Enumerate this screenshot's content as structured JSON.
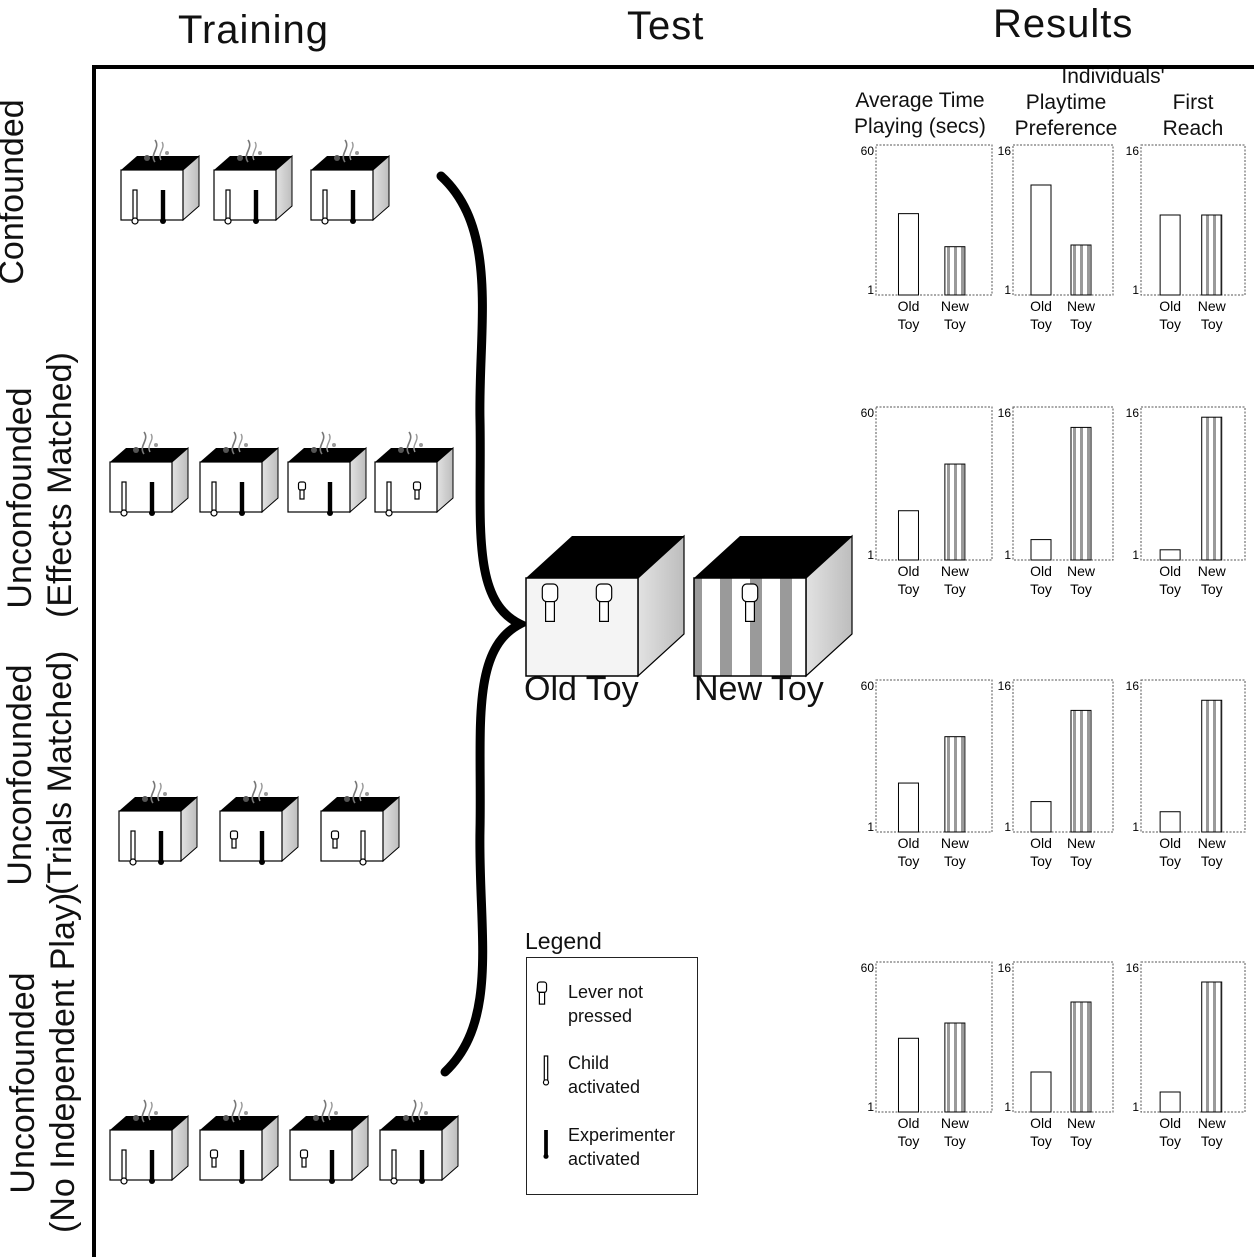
{
  "headers": {
    "training": "Training",
    "test": "Test",
    "results": "Results"
  },
  "conditions": [
    {
      "label_line1": "Confounded",
      "label_line2": ""
    },
    {
      "label_line1": "Unconfounded",
      "label_line2": "(Effects Matched)"
    },
    {
      "label_line1": "Unconfounded",
      "label_line2": "(Trials Matched)"
    },
    {
      "label_line1": "Unconfounded",
      "label_line2": "(No Independent Play)"
    }
  ],
  "results_columns": {
    "avg_time": [
      "Average Time",
      "Playing (secs)"
    ],
    "playtime_pref": [
      "Playtime",
      "Preference"
    ],
    "individuals_label": "Individuals'",
    "first_reach": [
      "First",
      "Reach"
    ]
  },
  "test_toys": {
    "old": "Old Toy",
    "new": "New Toy"
  },
  "legend": {
    "title": "Legend",
    "items": [
      {
        "line1": "Lever not",
        "line2": "pressed"
      },
      {
        "line1": "Child",
        "line2": "activated"
      },
      {
        "line1": "Experimenter",
        "line2": "activated"
      }
    ]
  },
  "chart_data": [
    {
      "type": "bar",
      "row": "Confounded",
      "panel": "Average Time Playing (secs)",
      "categories": [
        "Old Toy",
        "New Toy"
      ],
      "values": [
        33,
        20
      ],
      "ylim": [
        1,
        60
      ],
      "ytick_labels": [
        "1",
        "60"
      ]
    },
    {
      "type": "bar",
      "row": "Confounded",
      "panel": "Playtime Preference",
      "categories": [
        "Old Toy",
        "New Toy"
      ],
      "values": [
        12,
        6
      ],
      "ylim": [
        1,
        16
      ],
      "ytick_labels": [
        "1",
        "16"
      ]
    },
    {
      "type": "bar",
      "row": "Confounded",
      "panel": "Individuals' First Reach",
      "categories": [
        "Old Toy",
        "New Toy"
      ],
      "values": [
        9,
        9
      ],
      "ylim": [
        1,
        16
      ],
      "ytick_labels": [
        "1",
        "16"
      ]
    },
    {
      "type": "bar",
      "row": "Unconfounded (Effects Matched)",
      "panel": "Average Time Playing (secs)",
      "categories": [
        "Old Toy",
        "New Toy"
      ],
      "values": [
        20,
        38
      ],
      "ylim": [
        1,
        60
      ],
      "ytick_labels": [
        "1",
        "60"
      ]
    },
    {
      "type": "bar",
      "row": "Unconfounded (Effects Matched)",
      "panel": "Playtime Preference",
      "categories": [
        "Old Toy",
        "New Toy"
      ],
      "values": [
        3,
        14
      ],
      "ylim": [
        1,
        16
      ],
      "ytick_labels": [
        "1",
        "16"
      ]
    },
    {
      "type": "bar",
      "row": "Unconfounded (Effects Matched)",
      "panel": "Individuals' First Reach",
      "categories": [
        "Old Toy",
        "New Toy"
      ],
      "values": [
        2,
        15
      ],
      "ylim": [
        1,
        16
      ],
      "ytick_labels": [
        "1",
        "16"
      ]
    },
    {
      "type": "bar",
      "row": "Unconfounded (Trials Matched)",
      "panel": "Average Time Playing (secs)",
      "categories": [
        "Old Toy",
        "New Toy"
      ],
      "values": [
        20,
        38
      ],
      "ylim": [
        1,
        60
      ],
      "ytick_labels": [
        "1",
        "60"
      ]
    },
    {
      "type": "bar",
      "row": "Unconfounded (Trials Matched)",
      "panel": "Playtime Preference",
      "categories": [
        "Old Toy",
        "New Toy"
      ],
      "values": [
        4,
        13
      ],
      "ylim": [
        1,
        16
      ],
      "ytick_labels": [
        "1",
        "16"
      ]
    },
    {
      "type": "bar",
      "row": "Unconfounded (Trials Matched)",
      "panel": "Individuals' First Reach",
      "categories": [
        "Old Toy",
        "New Toy"
      ],
      "values": [
        3,
        14
      ],
      "ylim": [
        1,
        16
      ],
      "ytick_labels": [
        "1",
        "16"
      ]
    },
    {
      "type": "bar",
      "row": "Unconfounded (No Independent Play)",
      "panel": "Average Time Playing (secs)",
      "categories": [
        "Old Toy",
        "New Toy"
      ],
      "values": [
        30,
        36
      ],
      "ylim": [
        1,
        60
      ],
      "ytick_labels": [
        "1",
        "60"
      ]
    },
    {
      "type": "bar",
      "row": "Unconfounded (No Independent Play)",
      "panel": "Playtime Preference",
      "categories": [
        "Old Toy",
        "New Toy"
      ],
      "values": [
        5,
        12
      ],
      "ylim": [
        1,
        16
      ],
      "ytick_labels": [
        "1",
        "16"
      ]
    },
    {
      "type": "bar",
      "row": "Unconfounded (No Independent Play)",
      "panel": "Individuals' First Reach",
      "categories": [
        "Old Toy",
        "New Toy"
      ],
      "values": [
        3,
        14
      ],
      "ylim": [
        1,
        16
      ],
      "ytick_labels": [
        "1",
        "16"
      ]
    }
  ]
}
